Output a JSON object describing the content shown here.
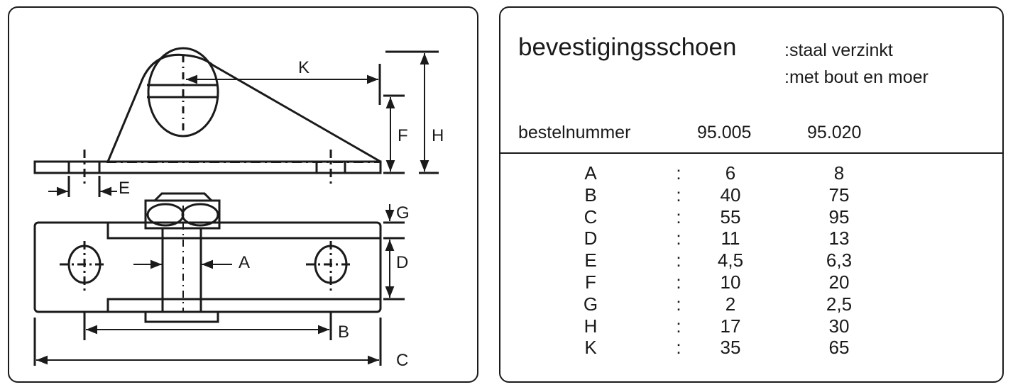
{
  "drawing": {
    "labels": {
      "A": "A",
      "B": "B",
      "C": "C",
      "D": "D",
      "E": "E",
      "F": "F",
      "G": "G",
      "H": "H",
      "K": "K"
    }
  },
  "spec": {
    "title": "bevestigingsschoen",
    "properties": [
      ":staal verzinkt",
      ":met bout en moer"
    ],
    "header": {
      "label": "bestelnummer",
      "models": [
        "95.005",
        "95.020"
      ]
    },
    "rows": [
      {
        "dim": "A",
        "sep": ":",
        "v1": "6",
        "v2": "8"
      },
      {
        "dim": "B",
        "sep": ":",
        "v1": "40",
        "v2": "75"
      },
      {
        "dim": "C",
        "sep": ":",
        "v1": "55",
        "v2": "95"
      },
      {
        "dim": "D",
        "sep": ":",
        "v1": "11",
        "v2": "13"
      },
      {
        "dim": "E",
        "sep": ":",
        "v1": "4,5",
        "v2": "6,3"
      },
      {
        "dim": "F",
        "sep": ":",
        "v1": "10",
        "v2": "20"
      },
      {
        "dim": "G",
        "sep": ":",
        "v1": "2",
        "v2": "2,5"
      },
      {
        "dim": "H",
        "sep": ":",
        "v1": "17",
        "v2": "30"
      },
      {
        "dim": "K",
        "sep": ":",
        "v1": "35",
        "v2": "65"
      }
    ]
  }
}
